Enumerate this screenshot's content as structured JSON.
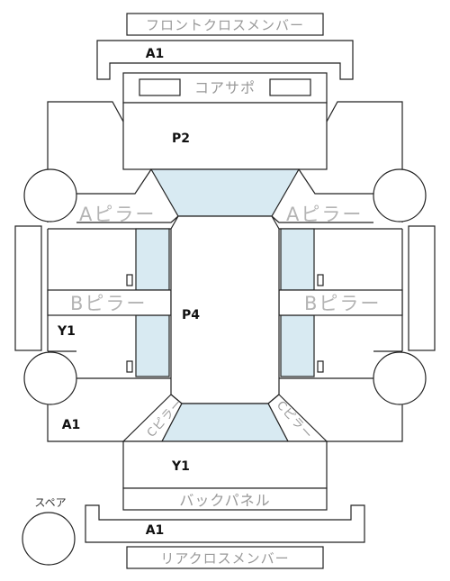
{
  "labels": {
    "front_cross_member": "フロントクロスメンバー",
    "core_support": "コアサポ",
    "a_pillar": "Aピラー",
    "b_pillar": "Bピラー",
    "c_pillar": "Cピラー",
    "back_panel": "バックパネル",
    "spare": "スペア",
    "rear_cross_member": "リアクロスメンバー"
  },
  "codes": {
    "front_member": "A1",
    "front_area": "P2",
    "body": "P4",
    "left_side": "Y1",
    "rear_left": "A1",
    "trunk": "Y1",
    "rear_member": "A1"
  },
  "colors": {
    "line": "#222222",
    "glass": "#d8eaf2",
    "label_gray": "#b4b4b4"
  }
}
